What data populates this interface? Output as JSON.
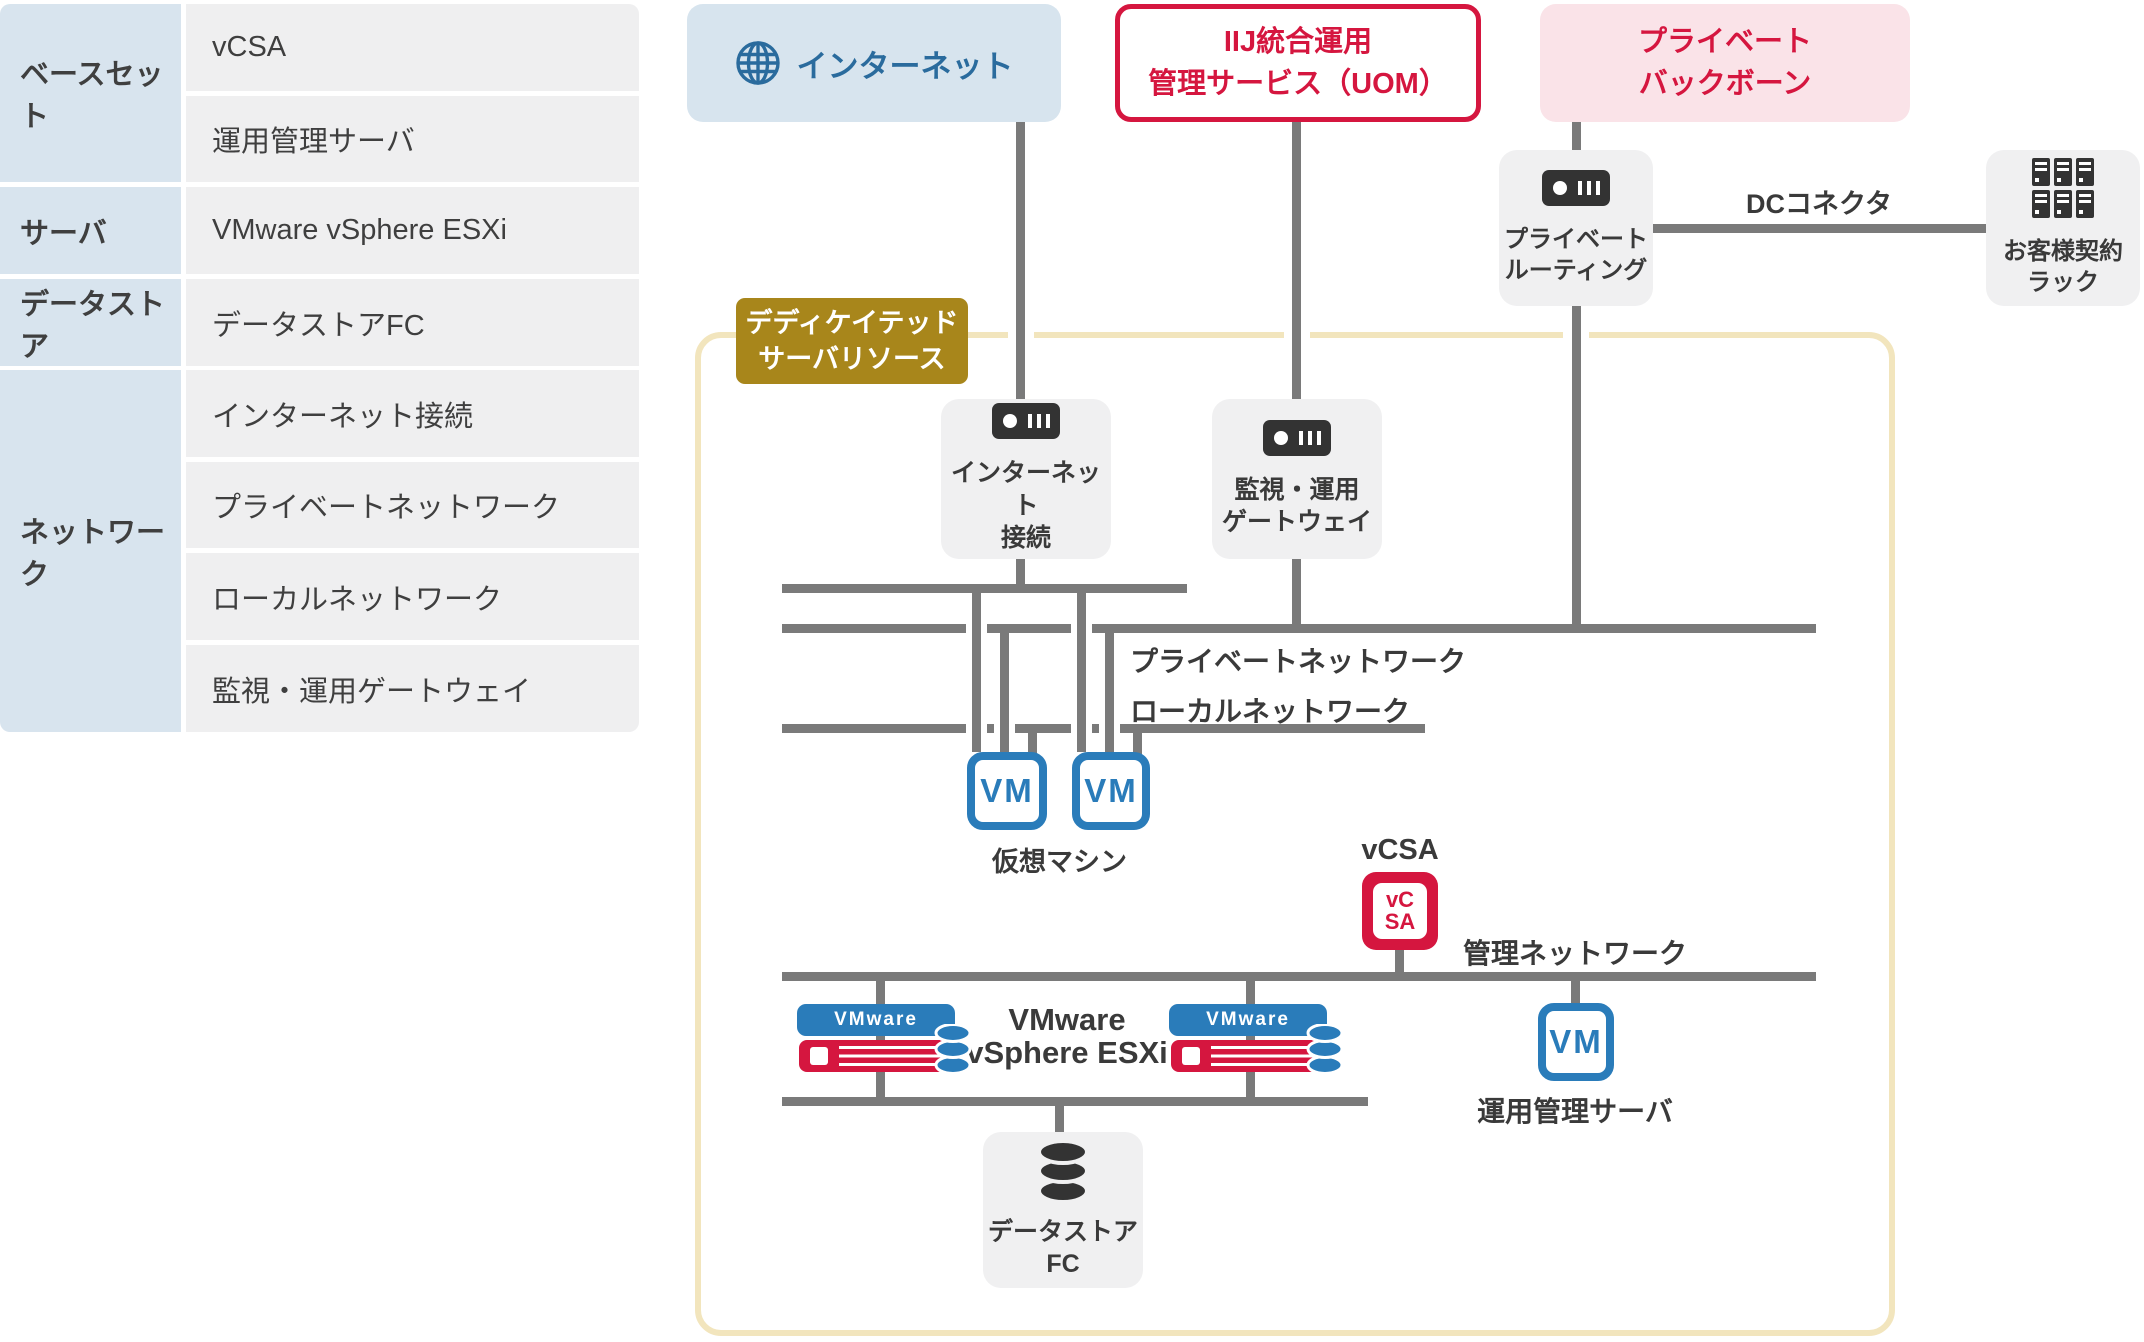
{
  "spec_table": {
    "groups": [
      {
        "label": "ベースセット",
        "items": [
          "vCSA",
          "運用管理サーバ"
        ]
      },
      {
        "label": "サーバ",
        "items": [
          "VMware vSphere ESXi"
        ]
      },
      {
        "label": "データストア",
        "items": [
          "データストアFC"
        ]
      },
      {
        "label": "ネットワーク",
        "items": [
          "インターネット接続",
          "プライベートネットワーク",
          "ローカルネットワーク",
          "監視・運用ゲートウェイ"
        ]
      }
    ]
  },
  "external": {
    "internet_label": "インターネット",
    "uom_label_line1": "IIJ統合運用",
    "uom_label_line2": "管理サービス（UOM）",
    "backbone_label_line1": "プライベート",
    "backbone_label_line2": "バックボーン",
    "private_routing_line1": "プライベート",
    "private_routing_line2": "ルーティング",
    "dc_connector_label": "DCコネクタ",
    "customer_rack_line1": "お客様契約",
    "customer_rack_line2": "ラック"
  },
  "dedicated": {
    "badge_line1": "デディケイテッド",
    "badge_line2": "サーバリソース",
    "internet_conn_line1": "インターネット",
    "internet_conn_line2": "接続",
    "gateway_line1": "監視・運用",
    "gateway_line2": "ゲートウェイ",
    "private_network_label": "プライベートネットワーク",
    "local_network_label": "ローカルネットワーク",
    "management_network_label": "管理ネットワーク",
    "vm_text": "VM",
    "virtual_machine_caption": "仮想マシン",
    "vcsa_caption": "vCSA",
    "vcsa_icon_top": "vC",
    "vcsa_icon_bottom": "SA",
    "vmware_pill_text": "VMware",
    "esxi_label_line1": "VMware",
    "esxi_label_line2": "vSphere ESXi",
    "ops_server_caption": "運用管理サーバ",
    "datastore_line1": "データストア",
    "datastore_line2": "FC"
  },
  "colors": {
    "accent_red": "#d5163f",
    "accent_blue": "#2a7cba",
    "deep_blue_text": "#2a6b9d",
    "light_blue_bg": "#d7e4ee",
    "pink_bg": "#fae3e8",
    "gold_bg": "#a8861b",
    "cream_border": "#f2e5bd",
    "line_gray": "#7a7a7a",
    "node_bg": "#f0f0f1",
    "icon_dark": "#333333",
    "text_dark": "#3f3f3f"
  }
}
